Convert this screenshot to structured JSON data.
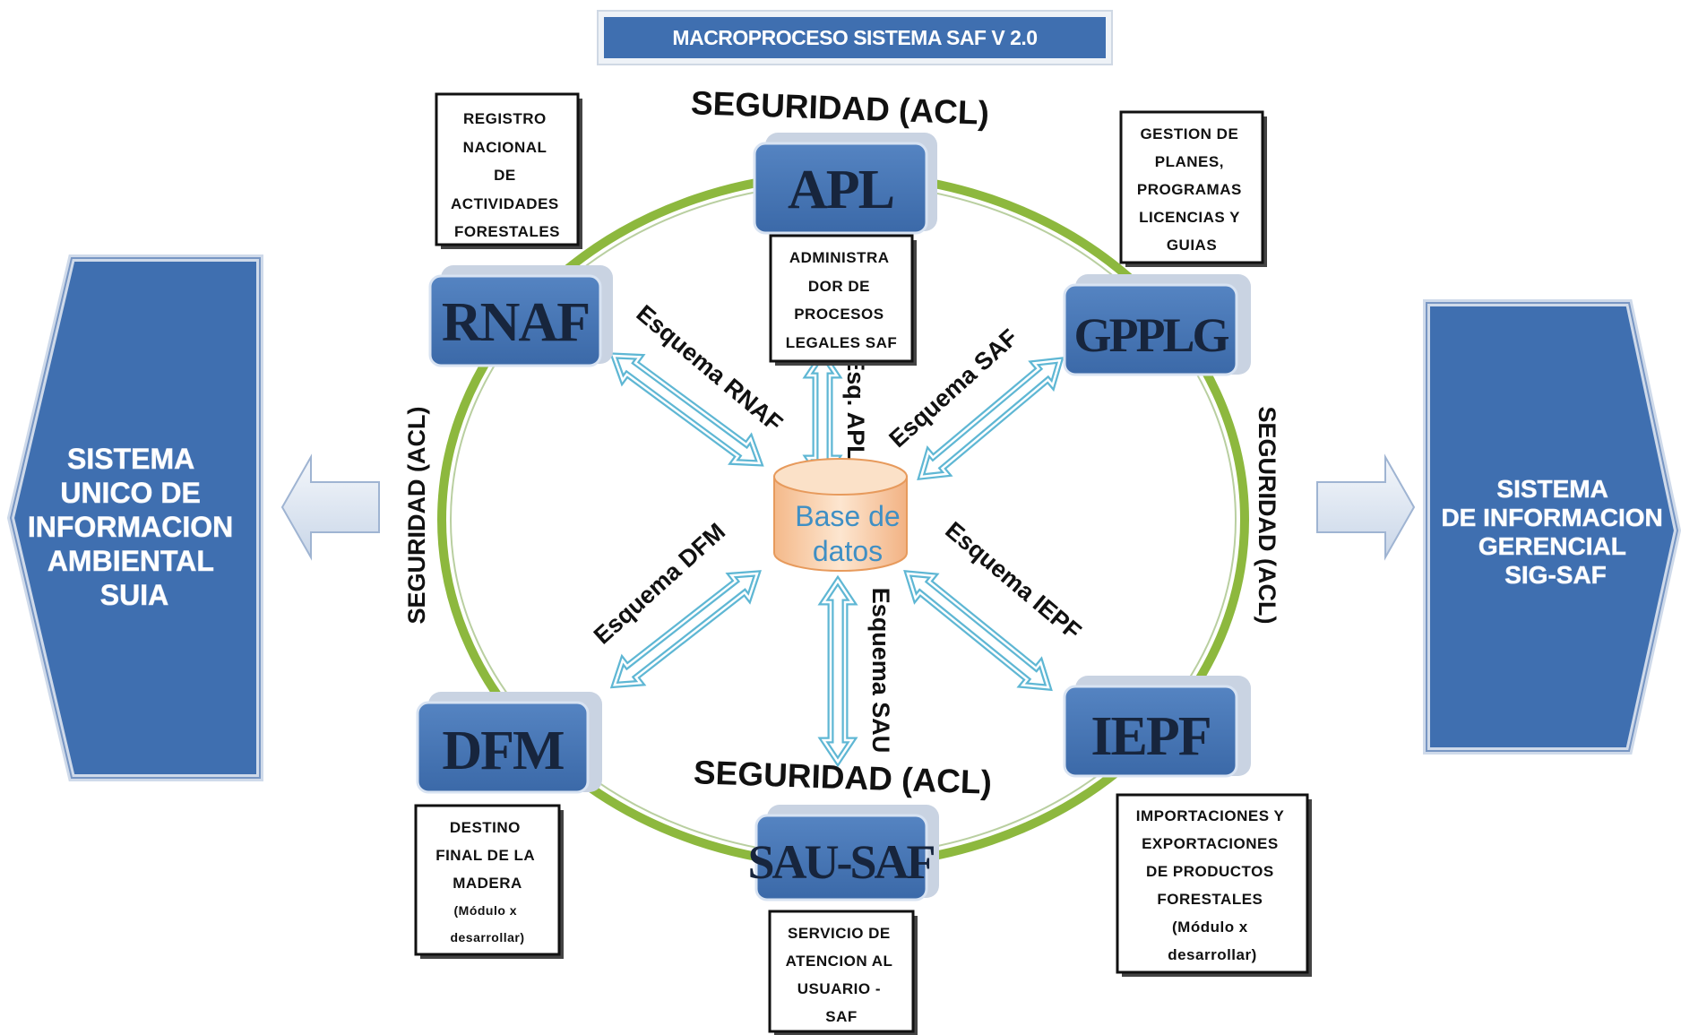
{
  "title": "MACROPROCESO SISTEMA SAF V 2.0",
  "colors": {
    "box_blue": "#3f6fb0",
    "ring_green": "#8db83e",
    "arrow_teal": "#5fb7d4",
    "database_peach": "#f8c89c"
  },
  "security_labels": {
    "top": "SEGURIDAD (ACL)",
    "bottom": "SEGURIDAD (ACL)",
    "left": "SEGURIDAD (ACL)",
    "right": "SEGURIDAD (ACL)"
  },
  "database": {
    "line1": "Base de",
    "line2": "datos"
  },
  "modules": {
    "apl": "APL",
    "rnaf": "RNAF",
    "gpplg": "GPPLG",
    "dfm": "DFM",
    "iepf": "IEPF",
    "sau": "SAU-SAF"
  },
  "notes": {
    "rnaf": [
      "REGISTRO",
      "NACIONAL",
      "DE",
      "ACTIVIDADES",
      "FORESTALES"
    ],
    "apl": [
      "ADMINISTRA",
      "DOR DE",
      "PROCESOS",
      "LEGALES SAF"
    ],
    "gpplg": [
      "GESTION DE",
      "PLANES,",
      "PROGRAMAS",
      "LICENCIAS Y",
      "GUIAS"
    ],
    "dfm": [
      "DESTINO",
      "FINAL DE LA",
      "MADERA",
      "(Módulo x",
      "desarrollar)"
    ],
    "iepf": [
      "IMPORTACIONES Y",
      "EXPORTACIONES",
      "DE PRODUCTOS",
      "FORESTALES",
      "(Módulo x",
      "desarrollar)"
    ],
    "sau": [
      "SERVICIO DE",
      "ATENCION AL",
      "USUARIO -",
      "SAF"
    ]
  },
  "schemas": {
    "rnaf": "Esquema RNAF",
    "apl": "Esq. APL",
    "saf": "Esquema SAF",
    "dfm": "Esquema DFM",
    "iepf": "Esquema IEPF",
    "sau": "Esquema SAU"
  },
  "systems": {
    "left": [
      "SISTEMA",
      "UNICO DE",
      "INFORMACION",
      "AMBIENTAL",
      "SUIA"
    ],
    "right": [
      "SISTEMA",
      "DE INFORMACION",
      "GERENCIAL",
      "SIG-SAF"
    ]
  }
}
